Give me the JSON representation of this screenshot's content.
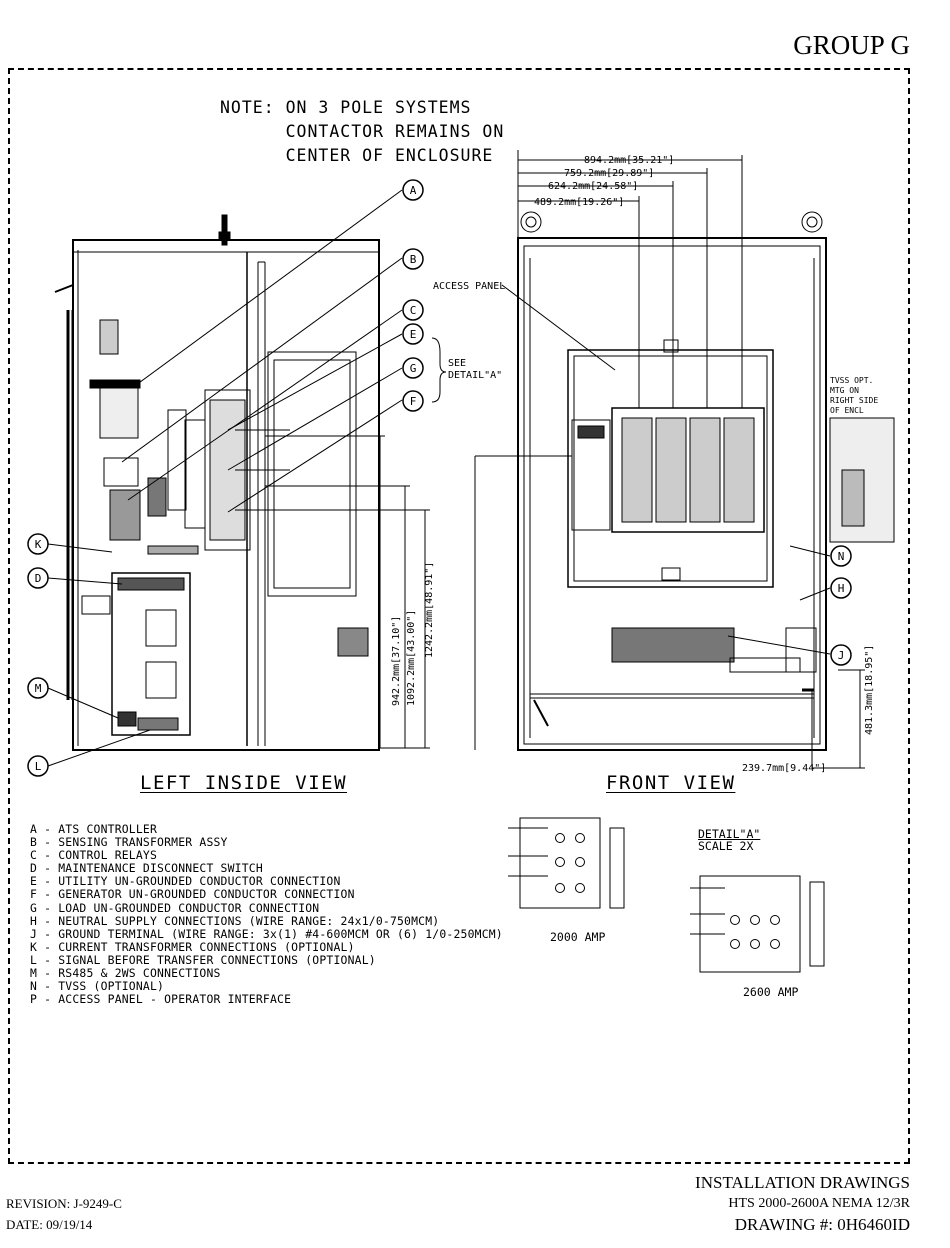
{
  "header": {
    "group": "GROUP G"
  },
  "note": {
    "line1": "NOTE: ON 3 POLE SYSTEMS",
    "line2": "      CONTACTOR REMAINS ON",
    "line3": "      CENTER OF ENCLOSURE"
  },
  "callouts": [
    "A",
    "B",
    "C",
    "E",
    "G",
    "F",
    "K",
    "D",
    "M",
    "L",
    "N",
    "H",
    "J"
  ],
  "labels": {
    "access_panel": "ACCESS PANEL",
    "see_detail_1": "SEE",
    "see_detail_2": "DETAIL\"A\"",
    "tvss_1": "TVSS OPT.",
    "tvss_2": "MTG ON",
    "tvss_3": "RIGHT SIDE",
    "tvss_4": "OF ENCL"
  },
  "dimensions": {
    "d1": "894.2mm[35.21\"]",
    "d2": "759.2mm[29.89\"]",
    "d3": "624.2mm[24.58\"]",
    "d4": "489.2mm[19.26\"]",
    "v1": "942.2mm[37.10\"]",
    "v2": "1092.2mm[43.00\"]",
    "v3": "1242.2mm[48.91\"]",
    "v4": "481.3mm[18.95\"]",
    "h_bottom": "239.7mm[9.44\"]"
  },
  "views": {
    "left": "LEFT INSIDE VIEW",
    "front": "FRONT VIEW"
  },
  "detail": {
    "title": "DETAIL\"A\"",
    "scale": "SCALE 2X",
    "amp_2000": "2000 AMP",
    "amp_2600": "2600 AMP"
  },
  "legend": [
    "A - ATS CONTROLLER",
    "B - SENSING TRANSFORMER ASSY",
    "C - CONTROL RELAYS",
    "D - MAINTENANCE DISCONNECT SWITCH",
    "E - UTILITY UN-GROUNDED CONDUCTOR CONNECTION",
    "F - GENERATOR UN-GROUNDED CONDUCTOR CONNECTION",
    "G - LOAD UN-GROUNDED CONDUCTOR CONNECTION",
    "H - NEUTRAL SUPPLY CONNECTIONS (WIRE RANGE: 24x1/0-750MCM)",
    "J - GROUND TERMINAL (WIRE RANGE: 3x(1) #4-600MCM OR (6) 1/0-250MCM)",
    "K - CURRENT TRANSFORMER CONNECTIONS (OPTIONAL)",
    "L - SIGNAL BEFORE TRANSFER CONNECTIONS (OPTIONAL)",
    "M - RS485 & 2WS CONNECTIONS",
    "N - TVSS (OPTIONAL)",
    "P - ACCESS PANEL - OPERATOR INTERFACE"
  ],
  "title_block": {
    "line1": "INSTALLATION DRAWINGS",
    "line2": "HTS 2000-2600A NEMA 12/3R",
    "line3": "DRAWING #: 0H6460ID"
  },
  "revision": "REVISION: J-9249-C",
  "date": "DATE: 09/19/14"
}
